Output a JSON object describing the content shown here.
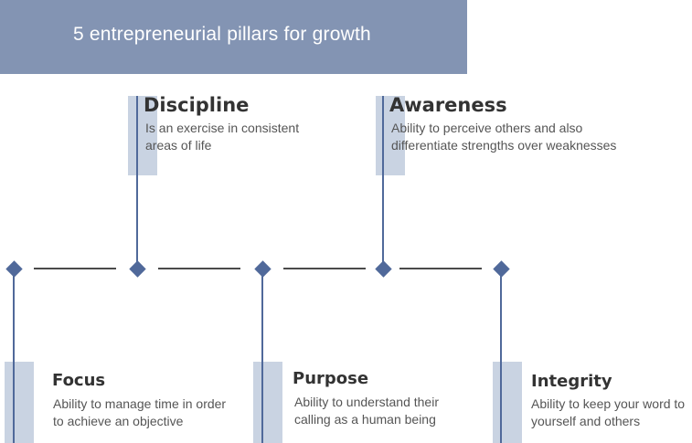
{
  "header": {
    "title": "5 entrepreneurial pillars for growth"
  },
  "pillars": [
    {
      "title": "Focus",
      "line1": "Ability to manage time in order",
      "line2": "to achieve an objective"
    },
    {
      "title": "Discipline",
      "line1": "Is an exercise in consistent",
      "line2": "areas of life"
    },
    {
      "title": "Purpose",
      "line1": "Ability to understand their",
      "line2": "calling as a human being"
    },
    {
      "title": "Awareness",
      "line1": "Ability to perceive others and also",
      "line2": "differentiate strengths over weaknesses"
    },
    {
      "title": "Integrity",
      "line1": "Ability to keep your word to",
      "line2": "yourself and others"
    }
  ],
  "colors": {
    "header": "#8394b3",
    "accent": "#50699a",
    "band": "#c9d3e2"
  }
}
